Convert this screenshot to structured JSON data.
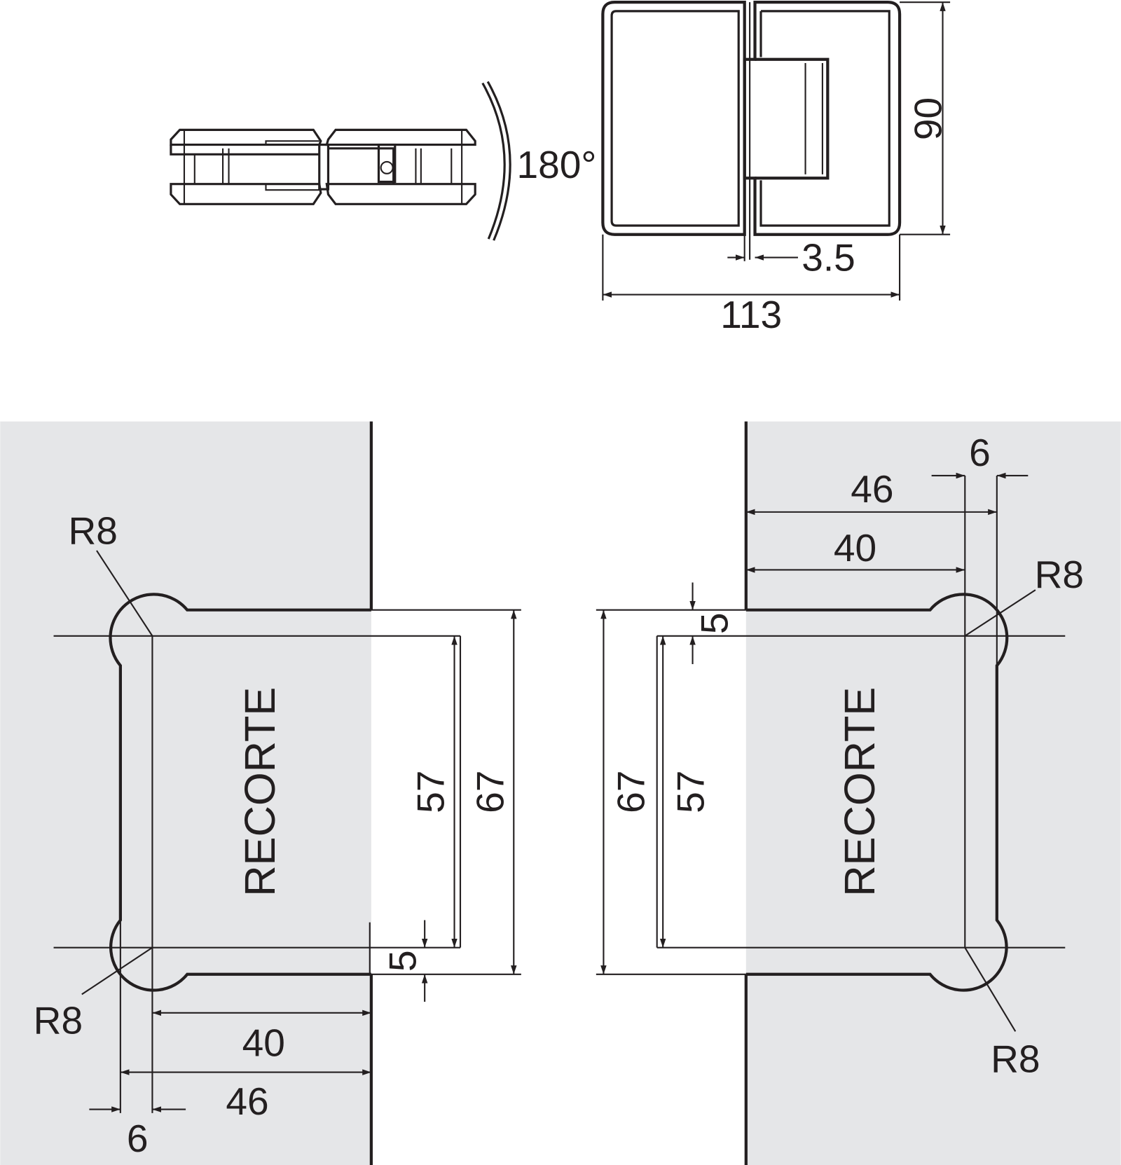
{
  "colors": {
    "line": "#231f20",
    "glass": "#e5e6e8",
    "background": "#ffffff"
  },
  "top_view": {
    "angle_label": "180°",
    "height_label": "90",
    "gap_label": "3.5",
    "width_label": "113"
  },
  "left_cutout": {
    "title": "RECORTE",
    "radius_top": "R8",
    "radius_bottom": "R8",
    "inner_height": "57",
    "outer_height": "67",
    "offset": "5",
    "inner_width": "40",
    "outer_width": "46",
    "margin": "6"
  },
  "right_cutout": {
    "title": "RECORTE",
    "radius_top": "R8",
    "radius_bottom": "R8",
    "inner_height": "57",
    "outer_height": "67",
    "offset": "5",
    "inner_width": "40",
    "outer_width": "46",
    "margin": "6"
  }
}
